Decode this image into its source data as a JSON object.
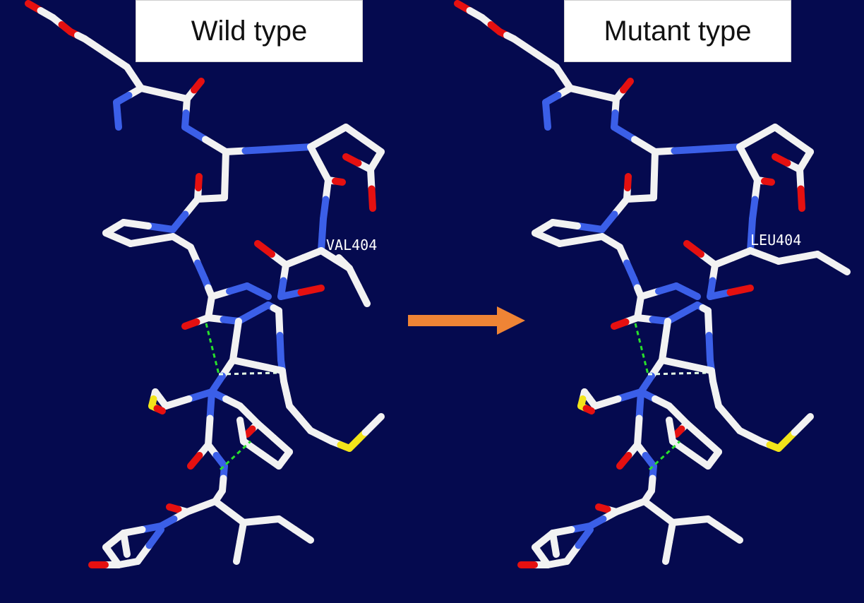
{
  "panels": [
    {
      "title": "Wild type",
      "residue_label": "VAL404"
    },
    {
      "title": "Mutant type",
      "residue_label": "LEU404"
    }
  ],
  "colors": {
    "background": "#050a4f",
    "carbon": "#f2f2f2",
    "nitrogen": "#3b5fe8",
    "oxygen": "#e51010",
    "sulfur": "#f2e41a",
    "hbond": "#29e02b",
    "arrow": "#ef8435"
  },
  "icons": {
    "arrow": "right-arrow-icon"
  }
}
